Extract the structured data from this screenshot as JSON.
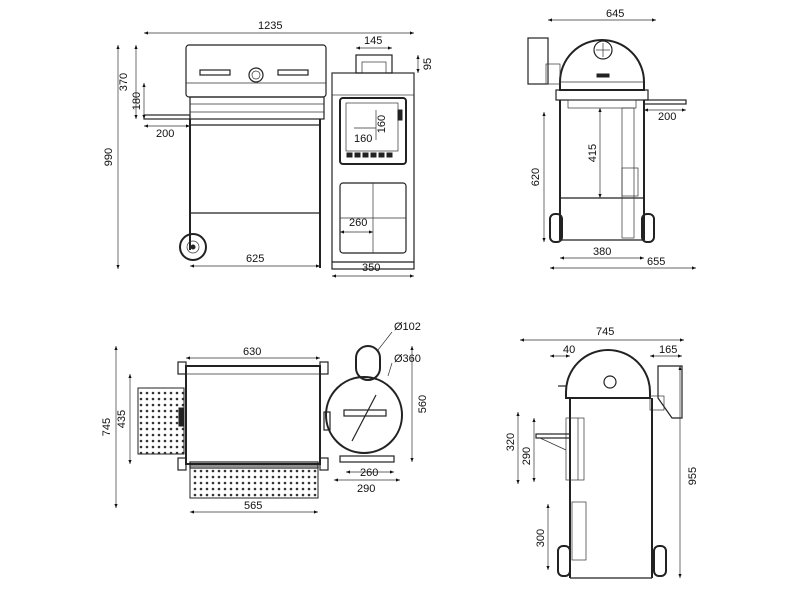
{
  "views": {
    "front": {
      "width_total": "1235",
      "chimney_width": "145",
      "chimney_height": "95",
      "hood_height": "370",
      "hood_lower": "180",
      "side_shelf": "200",
      "total_height": "990",
      "grill_width": "625",
      "firebox_width": "350",
      "door_width": "160",
      "door_height": "160",
      "ash_door": "260"
    },
    "side_right": {
      "width_top": "645",
      "shelf": "200",
      "height_415": "415",
      "height_620": "620",
      "base_380": "380",
      "base_655": "655"
    },
    "top": {
      "grill_630": "630",
      "depth_745": "745",
      "depth_435": "435",
      "bottom_565": "565",
      "chimney_diam": "Ø102",
      "firebox_diam": "Ø360",
      "height_560": "560",
      "base_260": "260",
      "base_290": "290"
    },
    "side_left": {
      "width_745": "745",
      "offset_40": "40",
      "chimney_165": "165",
      "shelf_320": "320",
      "shelf_290": "290",
      "lower_300": "300",
      "total_955": "955"
    }
  }
}
